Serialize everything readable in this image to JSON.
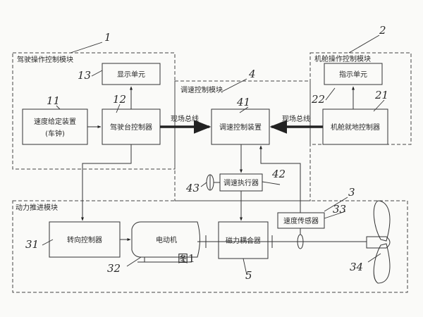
{
  "figure_label": "图1",
  "modules": {
    "bridge": {
      "title": "驾驶操作控制模块",
      "num": "1"
    },
    "engine_room": {
      "title": "机舱操作控制模块",
      "num": "2"
    },
    "speed_control": {
      "title": "调速控制模块",
      "num": "4"
    },
    "propulsion": {
      "title": "动力推进模块",
      "num": "3"
    }
  },
  "blocks": {
    "display_unit": {
      "label": "显示单元",
      "num": "13"
    },
    "speed_setter": {
      "label_line1": "速度给定装置",
      "label_line2": "(车钟)",
      "num": "11"
    },
    "bridge_controller": {
      "label": "驾驶台控制器",
      "num": "12"
    },
    "indicator_unit": {
      "label": "指示单元",
      "num": "22"
    },
    "local_controller": {
      "label": "机舱就地控制器",
      "num": "21"
    },
    "speed_control_device": {
      "label": "调速控制装置",
      "num": "41"
    },
    "speed_actuator": {
      "label": "调速执行器",
      "num": "42"
    },
    "steering_controller": {
      "label": "转向控制器",
      "num": "31"
    },
    "motor": {
      "label": "电动机",
      "num": "32"
    },
    "magnetic_coupler": {
      "label": "磁力耦合器",
      "num": "5"
    },
    "speed_sensor": {
      "label": "速度传感器",
      "num": "33"
    },
    "propeller": {
      "num": "34"
    },
    "actuator_element": {
      "num": "43"
    }
  },
  "bus_labels": {
    "left": "现场总线",
    "right": "现场总线"
  }
}
